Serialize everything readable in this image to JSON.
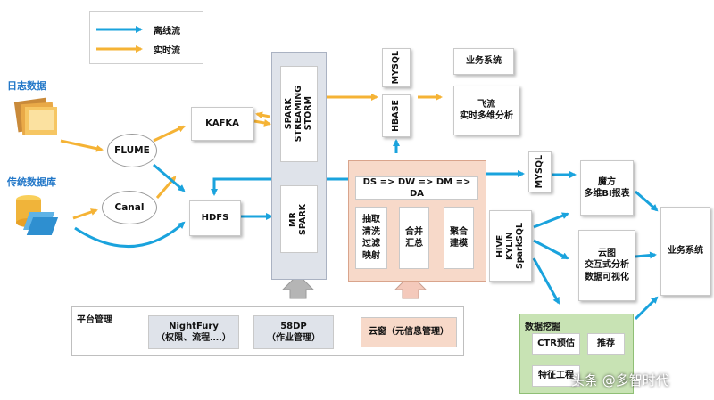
{
  "legend": {
    "offline": "离线流",
    "realtime": "实时流"
  },
  "colors": {
    "offline_blue": "#1aa3dd",
    "realtime_orange": "#f5b335",
    "process_peach": "#f7d9c9",
    "mining_green": "#c8e3b4",
    "platform_gray": "#dfe3ea",
    "arrow_gray": "#b5b5b5"
  },
  "sources": {
    "logs": "日志数据",
    "db": "传统数据库"
  },
  "collect": {
    "flume": "FLUME",
    "canal": "Canal"
  },
  "kafka": "KAFKA",
  "hdfs": "HDFS",
  "spark_streaming": "SPARK\nSTREAMING\nSTORM",
  "mr_spark": "MR\nSPARK",
  "mysql_top": "MYSQL",
  "hbase": "HBASE",
  "biz_top": "业务系统",
  "feiliu": "飞流\n实时多维分析",
  "pipeline": "DS => DW => DM => DA",
  "process_steps": [
    "抽取\n清洗\n过滤\n映射",
    "合并\n汇总",
    "聚合\n建模"
  ],
  "mysql_mid": "MYSQL",
  "hive_kylin": "HIVE\nKYLIN\nSparkSQL",
  "mofang": "魔方\n多维BI报表",
  "yuntu": "云图\n交互式分析\n数据可视化",
  "biz_right": "业务系统",
  "mining": {
    "title": "数据挖掘",
    "items": [
      "CTR预估",
      "推荐",
      "特征工程"
    ]
  },
  "platform": {
    "title": "平台管理",
    "nightfury": "NightFury\n（权限、流程….）",
    "dp58": "58DP\n（作业管理）",
    "yunchuang": "云窗（元信息管理）"
  },
  "watermark": "头条 @多智时代"
}
